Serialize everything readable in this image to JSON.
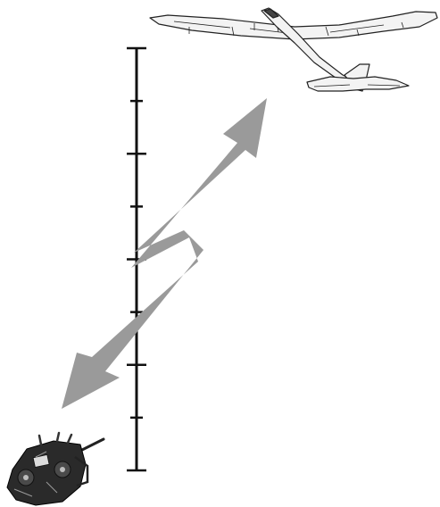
{
  "diagram": {
    "scale": {
      "major_ticks": 5,
      "minor_ticks": 4
    },
    "signal_arrow": {
      "shape": "lightning-double-arrow",
      "fill": "#9a9a9a"
    },
    "glider": {
      "icon": "rc-glider-icon",
      "fill": "#f3f3f3",
      "stroke": "#222222"
    },
    "transmitter": {
      "icon": "rc-transmitter-icon",
      "fill": "#2a2a2a"
    }
  }
}
